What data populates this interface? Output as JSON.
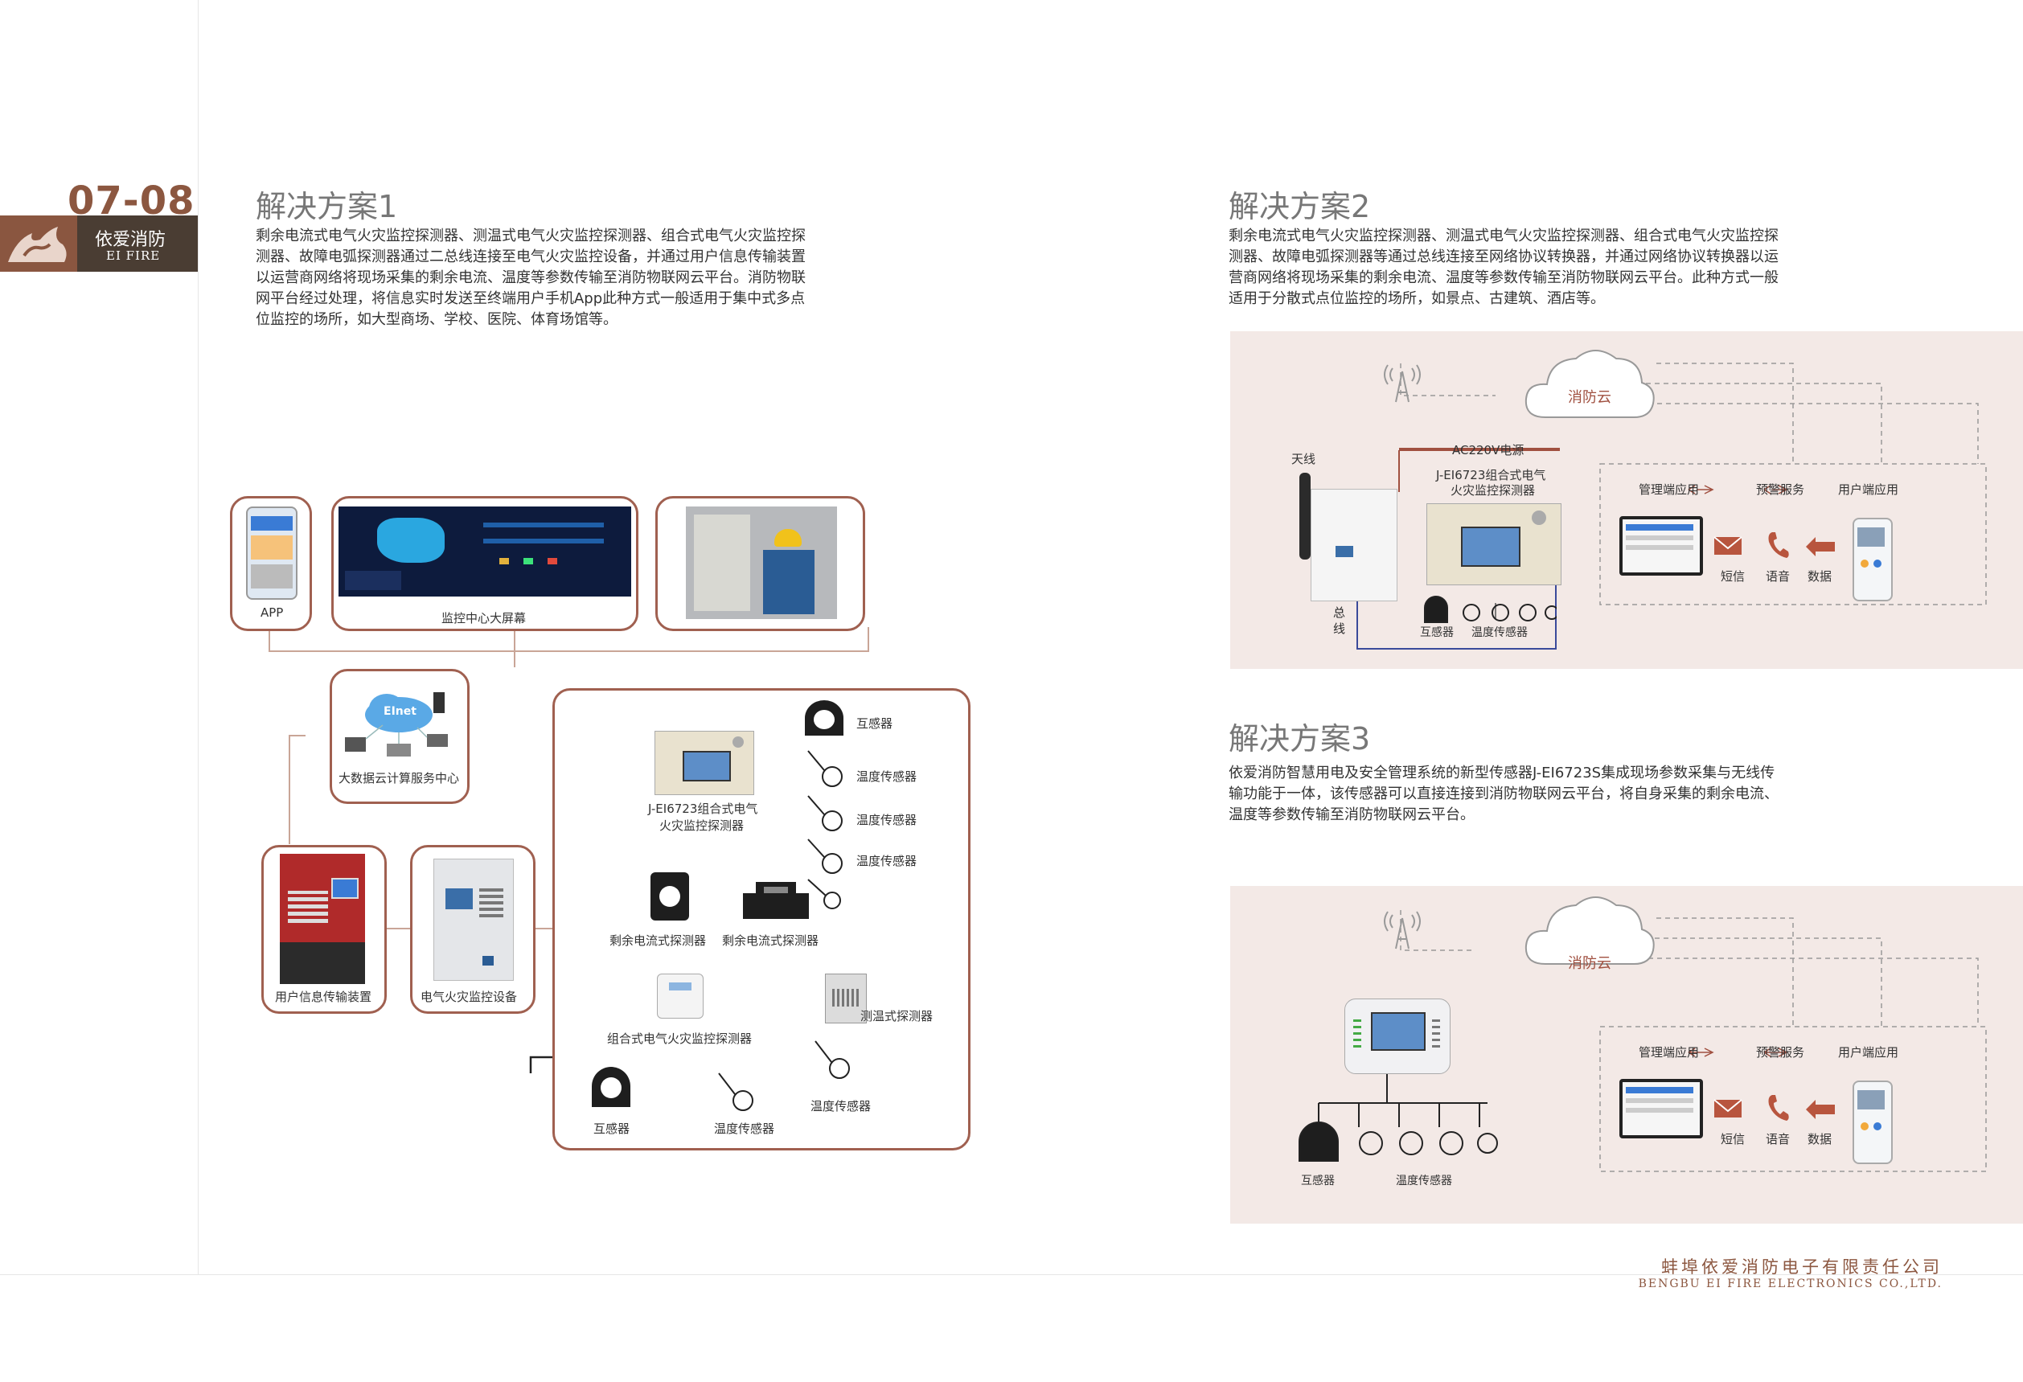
{
  "header": {
    "page_number": "07-08",
    "brand_cn": "依爱消防",
    "brand_en": "EI FIRE"
  },
  "s1": {
    "title": "解决方案1",
    "lines": [
      "剩余电流式电气火灾监控探测器、测温式电气火灾监控探测器、组合式电气火灾监控探",
      "测器、故障电弧探测器通过二总线连接至电气火灾监控设备，并通过用户信息传输装置",
      "以运营商网络将现场采集的剩余电流、温度等参数传输至消防物联网云平台。消防物联",
      "网平台经过处理，将信息实时发送至终端用户手机App此种方式一般适用于集中式多点",
      "位监控的场所，如大型商场、学校、医院、体育场馆等。"
    ]
  },
  "s2": {
    "title": "解决方案2",
    "lines": [
      "剩余电流式电气火灾监控探测器、测温式电气火灾监控探测器、组合式电气火灾监控探",
      "测器、故障电弧探测器等通过总线连接至网络协议转换器，并通过网络协议转换器以运",
      "营商网络将现场采集的剩余电流、温度等参数传输至消防物联网云平台。此种方式一般",
      "适用于分散式点位监控的场所，如景点、古建筑、酒店等。"
    ]
  },
  "s3": {
    "title": "解决方案3",
    "lines": [
      "依爱消防智慧用电及安全管理系统的新型传感器J-EI6723S集成现场参数采集与无线传",
      "输功能于一体，该传感器可以直接连接到消防物联网云平台，将自身采集的剩余电流、",
      "温度等参数传输至消防物联网云平台。"
    ]
  },
  "d1": {
    "app": "APP",
    "screen": "监控中心大屏幕",
    "cloud": "大数据云计算服务中心",
    "cloud_logo": "EInet",
    "uitd": "用户信息传输装置",
    "efm": "电气火灾监控设备",
    "combo": "J-EI6723组合式电气",
    "combo2": "火灾监控探测器",
    "ct": "互感器",
    "temp": "温度传感器",
    "rcd": "剩余电流式探测器",
    "combo3": "组合式电气火灾监控探测器",
    "tempdet": "测温式探测器"
  },
  "d2": {
    "cloud": "消防云",
    "ac": "AC220V电源",
    "antenna": "天线",
    "bus": "总线",
    "device1": "J-EI6723组合式电气",
    "device2": "火灾监控探测器",
    "ct": "互感器",
    "temp": "温度传感器",
    "mgmt": "管理端应用",
    "alarm": "预警服务",
    "user": "用户端应用",
    "sms": "短信",
    "voice": "语音",
    "data": "数据"
  },
  "footer": {
    "company_cn": "蚌埠依爱消防电子有限责任公司",
    "company_en": "BENGBU EI FIRE ELECTRONICS CO.,LTD."
  },
  "colors": {
    "brand": "#8c5740",
    "panel": "#f3e9e6",
    "line": "#a06050"
  }
}
